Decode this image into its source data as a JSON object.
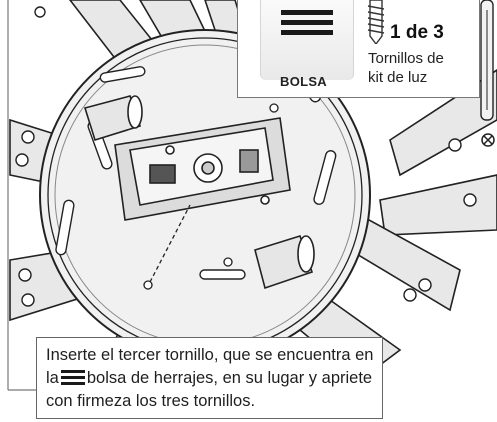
{
  "bag_label": "BOLSA",
  "screw_count": "1 de 3",
  "kit_name_line1": "Tornillos de",
  "kit_name_line2": "kit de luz",
  "caption": {
    "part1": "Inserte el tercer tornillo, que se encuentra en la",
    "part2": "bolsa de herrajes, en su lugar y apriete con firmeza los tres tornillos."
  },
  "icons": [
    "hardware-bag-icon",
    "screw-icon",
    "close-circle-icon",
    "screwdriver-icon"
  ],
  "colors": {
    "line": "#1f1f1f",
    "fill": "#ececec",
    "highlight": "#ffffff"
  }
}
